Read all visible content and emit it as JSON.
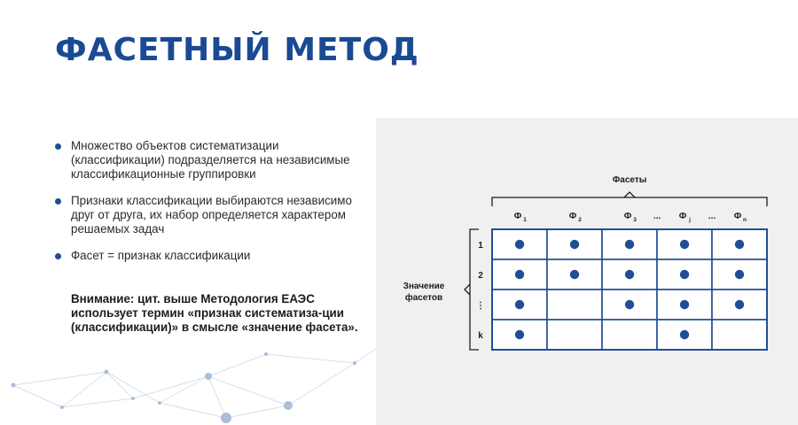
{
  "slide": {
    "title": "ФАСЕТНЫЙ МЕТОД",
    "bullets": [
      "Множество объектов систематизации (классификации) подразделяется на независимые классификационные группировки",
      "Признаки классификации выбираются независимо друг от друга, их набор определяется характером решаемых задач",
      "Фасет = признак классификации"
    ],
    "note": "Внимание: цит. выше Методология ЕАЭС использует термин «признак систематиза-ции (классификации)» в смысле «значение фасета»."
  },
  "diagram": {
    "top_label": "Фасеты",
    "side_label_line1": "Значение",
    "side_label_line2": "фасетов",
    "facet_letter": "Ф",
    "col_subscripts": [
      "1",
      "2",
      "3",
      "j",
      "n"
    ],
    "col_gap": "...",
    "row_labels": [
      "1",
      "2",
      "⋮",
      "k"
    ],
    "filled": [
      [
        true,
        true,
        true,
        true,
        true
      ],
      [
        true,
        true,
        true,
        true,
        true
      ],
      [
        true,
        false,
        true,
        true,
        true
      ],
      [
        true,
        false,
        false,
        true,
        false
      ]
    ],
    "colors": {
      "accent": "#1a4a93",
      "grid": "#1f4e97",
      "dot": "#1f4e97",
      "panel": "#f0f0f1"
    }
  }
}
